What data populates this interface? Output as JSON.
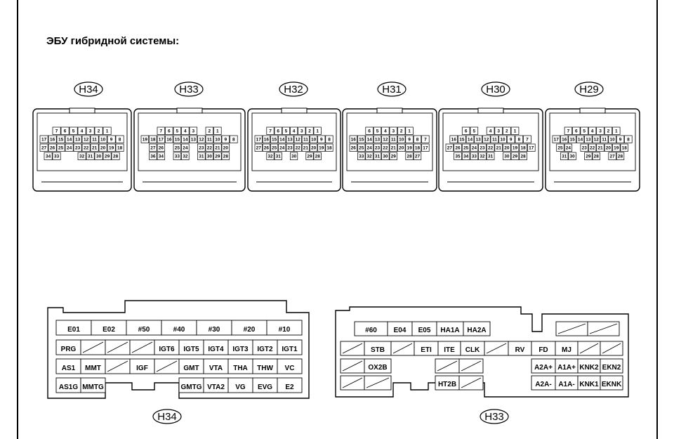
{
  "title": "ЭБУ гибридной системы:",
  "connectors": [
    {
      "label": "H34",
      "rows": [
        [
          "7",
          "6",
          "5",
          "4",
          "3",
          "2",
          "1"
        ],
        [
          "17",
          "16",
          "15",
          "14",
          "13",
          "12",
          "11",
          "10",
          "9",
          "8"
        ],
        [
          "27",
          "26",
          "25",
          "24",
          "23",
          "22",
          "21",
          "20",
          "19",
          "18"
        ],
        [
          "34",
          "33",
          "",
          "",
          "32",
          "31",
          "30",
          "29",
          "28"
        ]
      ]
    },
    {
      "label": "H33",
      "rows": [
        [
          "7",
          "6",
          "5",
          "4",
          "3",
          "",
          "2",
          "1"
        ],
        [
          "19",
          "18",
          "17",
          "16",
          "15",
          "14",
          "13",
          "12",
          "11",
          "10",
          "9",
          "8"
        ],
        [
          "27",
          "26",
          "",
          "25",
          "24",
          "",
          "23",
          "22",
          "21",
          "20"
        ],
        [
          "36",
          "34",
          "",
          "33",
          "32",
          "",
          "31",
          "30",
          "29",
          "28"
        ]
      ]
    },
    {
      "label": "H32",
      "rows": [
        [
          "7",
          "6",
          "5",
          "4",
          "3",
          "2",
          "1"
        ],
        [
          "17",
          "16",
          "15",
          "14",
          "13",
          "12",
          "11",
          "10",
          "9",
          "8"
        ],
        [
          "27",
          "26",
          "25",
          "24",
          "23",
          "22",
          "21",
          "20",
          "19",
          "18"
        ],
        [
          "32",
          "31",
          "",
          "30",
          "",
          "29",
          "28"
        ]
      ]
    },
    {
      "label": "H31",
      "rows": [
        [
          "6",
          "5",
          "4",
          "3",
          "2",
          "1"
        ],
        [
          "16",
          "15",
          "14",
          "13",
          "12",
          "11",
          "10",
          "9",
          "8",
          "7"
        ],
        [
          "26",
          "25",
          "24",
          "23",
          "22",
          "21",
          "20",
          "19",
          "18",
          "17"
        ],
        [
          "33",
          "32",
          "31",
          "30",
          "29",
          "",
          "28",
          "27"
        ]
      ]
    },
    {
      "label": "H30",
      "rows": [
        [
          "6",
          "5",
          "",
          "4",
          "3",
          "2",
          "1"
        ],
        [
          "16",
          "15",
          "14",
          "13",
          "12",
          "11",
          "10",
          "9",
          "8",
          "7"
        ],
        [
          "27",
          "26",
          "25",
          "24",
          "23",
          "22",
          "21",
          "20",
          "19",
          "18",
          "17"
        ],
        [
          "35",
          "34",
          "33",
          "32",
          "31",
          "",
          "30",
          "29",
          "28"
        ]
      ]
    },
    {
      "label": "H29",
      "rows": [
        [
          "7",
          "6",
          "5",
          "4",
          "3",
          "2",
          "1"
        ],
        [
          "17",
          "16",
          "15",
          "14",
          "13",
          "12",
          "11",
          "10",
          "9",
          "8"
        ],
        [
          "25",
          "24",
          "",
          "23",
          "22",
          "21",
          "20",
          "19",
          "18"
        ],
        [
          "31",
          "30",
          "",
          "29",
          "28",
          "",
          "27",
          "28"
        ]
      ]
    }
  ],
  "h34_detail": {
    "label": "H34",
    "rows": [
      [
        "E01",
        "E02",
        "#50",
        "#40",
        "#30",
        "#20",
        "#10"
      ],
      [
        "PRG",
        "/",
        "/",
        "/",
        "IGT6",
        "IGT5",
        "IGT4",
        "IGT3",
        "IGT2",
        "IGT1"
      ],
      [
        "AS1",
        "MMT",
        "/",
        "IGF",
        "/",
        "GMT",
        "VTA",
        "THA",
        "THW",
        "VC"
      ],
      [
        "AS1G",
        "MMTG",
        "",
        "",
        "",
        "GMTG",
        "VTA2",
        "VG",
        "EVG",
        "E2"
      ]
    ]
  },
  "h33_detail": {
    "label": "H33",
    "rows": [
      [
        "#60",
        "E04",
        "E05",
        "HA1A",
        "HA2A",
        "",
        "/",
        "/"
      ],
      [
        "/",
        "STB",
        "/",
        "ETI",
        "ITE",
        "CLK",
        "/",
        "RV",
        "FD",
        "MJ",
        "/",
        "/"
      ],
      [
        "/",
        "OX2B",
        "",
        "/",
        "/",
        "",
        "A2A+",
        "A1A+",
        "KNK2",
        "EKN2"
      ],
      [
        "/",
        "/",
        "",
        "HT2B",
        "/",
        "",
        "A2A-",
        "A1A-",
        "KNK1",
        "EKNK"
      ]
    ]
  }
}
